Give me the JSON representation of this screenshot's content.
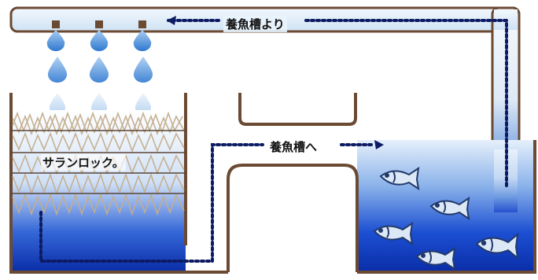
{
  "labels": {
    "from_tank": "養魚槽より",
    "to_tank": "養魚槽へ",
    "media": "サランロック。"
  },
  "colors": {
    "tank_outline": "#6b4a33",
    "water_deep": "#0a2fb8",
    "water_light": "#dbeaf8",
    "flow_dots": "#0d1b63",
    "fish": "#dde8f6",
    "fish_outline": "#223a6b",
    "media_fibers": "#c4ad8c",
    "droplet": "#3f86d6"
  },
  "icons": [
    "water-droplet-icon",
    "fish-icon"
  ]
}
